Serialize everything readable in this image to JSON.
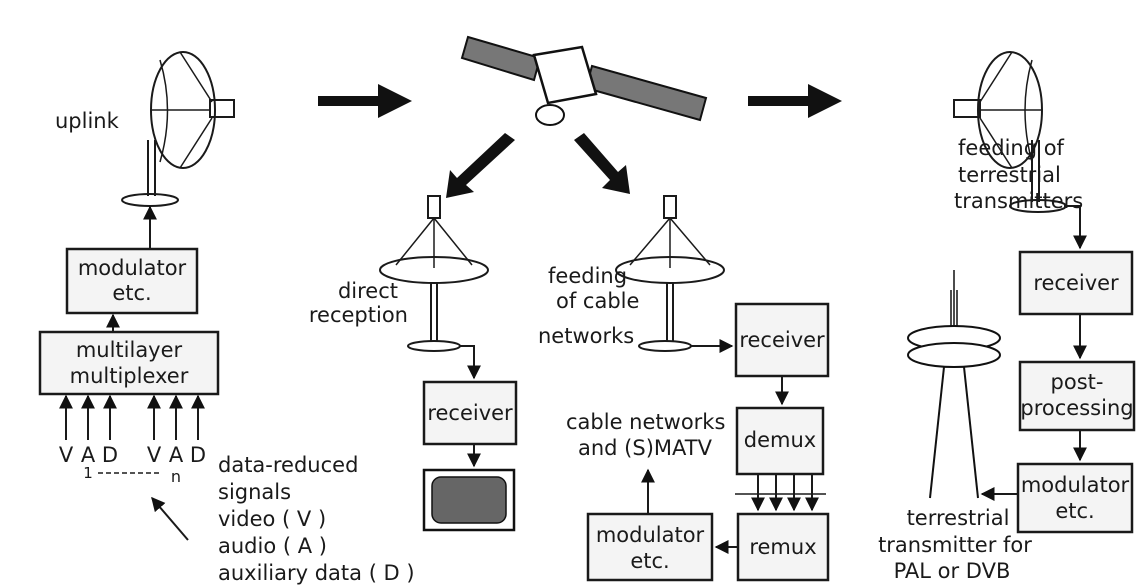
{
  "labels": {
    "uplink": "uplink",
    "direct": [
      "direct",
      "reception"
    ],
    "feeding_cable": [
      "feeding",
      "of cable",
      "networks"
    ],
    "feeding_terr": [
      "feeding of",
      "terrestrial",
      "transmitters"
    ],
    "cable_networks": [
      "cable networks",
      "and (S)MATV"
    ],
    "terr_transmitter": [
      "terrestrial",
      "transmitter for",
      "PAL or DVB"
    ],
    "signals": [
      "data-reduced",
      "signals",
      "video ( V )",
      "audio ( A )",
      "auxiliary data ( D )"
    ]
  },
  "boxes": {
    "modulator_left": [
      "modulator",
      "etc."
    ],
    "multiplexer": [
      "multilayer",
      "multiplexer"
    ],
    "receiver_direct": "receiver",
    "receiver_cable": "receiver",
    "demux": "demux",
    "remux": "remux",
    "modulator_cable": [
      "modulator",
      "etc."
    ],
    "receiver_terr": "receiver",
    "postprocessing": [
      "post-",
      "processing"
    ],
    "modulator_terr": [
      "modulator",
      "etc."
    ]
  },
  "inputs": {
    "group1": [
      "V",
      "A",
      "D"
    ],
    "group2": [
      "V",
      "A",
      "D"
    ],
    "index_first": "1",
    "index_last": "n"
  }
}
